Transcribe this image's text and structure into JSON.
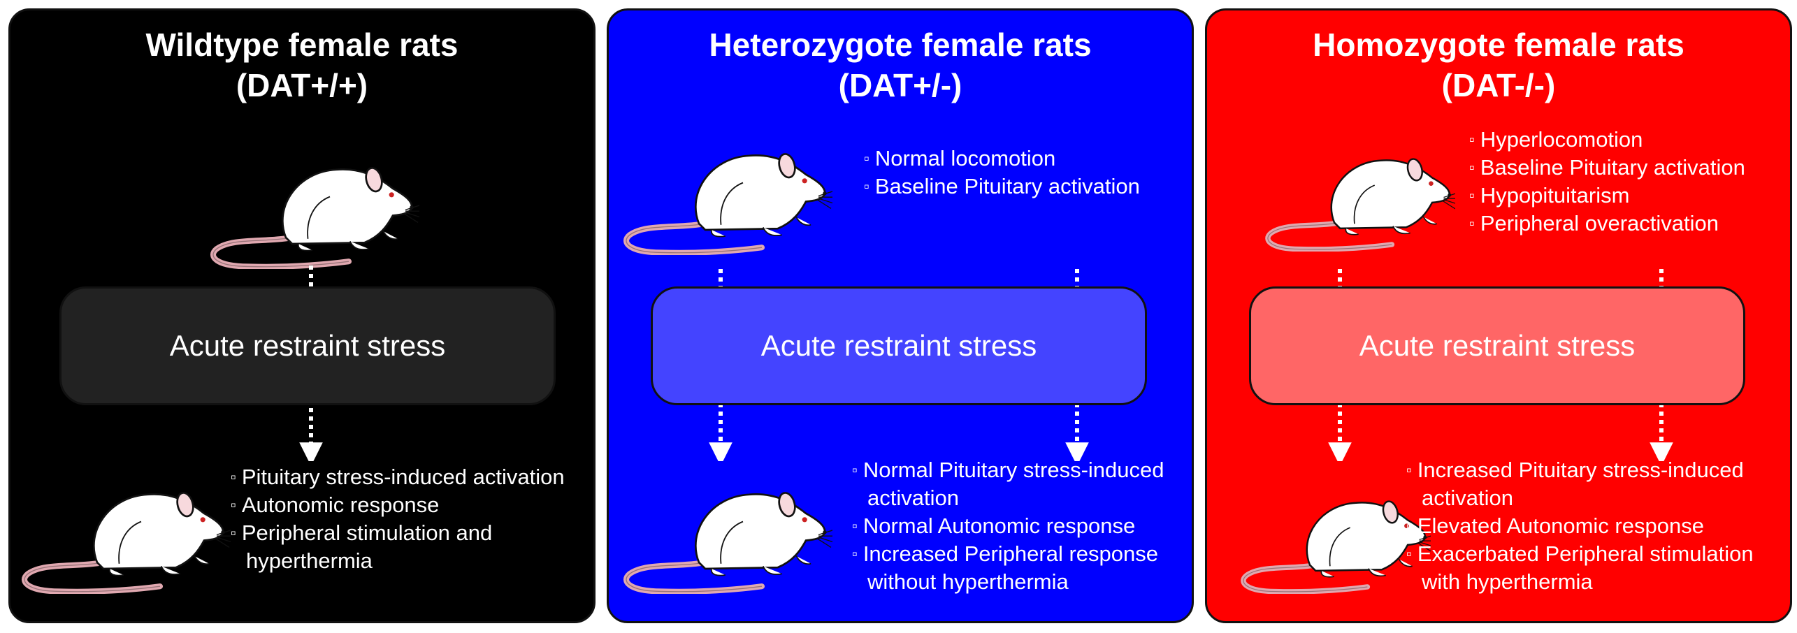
{
  "panels": [
    {
      "title_line1": "Wildtype female rats",
      "title_line2": "(DAT+/+)",
      "stress_label": "Acute restraint stress",
      "before": [],
      "after": [
        "Pituitary stress-induced activation",
        "Autonomic response",
        "Peripheral stimulation and hyperthermia"
      ]
    },
    {
      "title_line1": "Heterozygote female rats",
      "title_line2": "(DAT+/-)",
      "stress_label": "Acute restraint stress",
      "before": [
        "Normal locomotion",
        "Baseline Pituitary activation"
      ],
      "after": [
        "Normal Pituitary stress-induced activation",
        "Normal Autonomic response",
        "Increased Peripheral response without hyperthermia"
      ]
    },
    {
      "title_line1": "Homozygote female rats",
      "title_line2": "(DAT-/-)",
      "stress_label": "Acute restraint stress",
      "before": [
        "Hyperlocomotion",
        "Baseline Pituitary activation",
        "Hypopituitarism",
        "Peripheral overactivation"
      ],
      "after": [
        "Increased Pituitary stress-induced activation",
        "Elevated Autonomic response",
        "Exacerbated Peripheral stimulation with hyperthermia"
      ]
    }
  ],
  "colors": {
    "wildtype": "#000000",
    "heterozygote": "#0000ff",
    "homozygote": "#ff0000"
  },
  "icons": {
    "rat": "rat-icon",
    "arrow": "dotted-arrow-down-icon"
  }
}
